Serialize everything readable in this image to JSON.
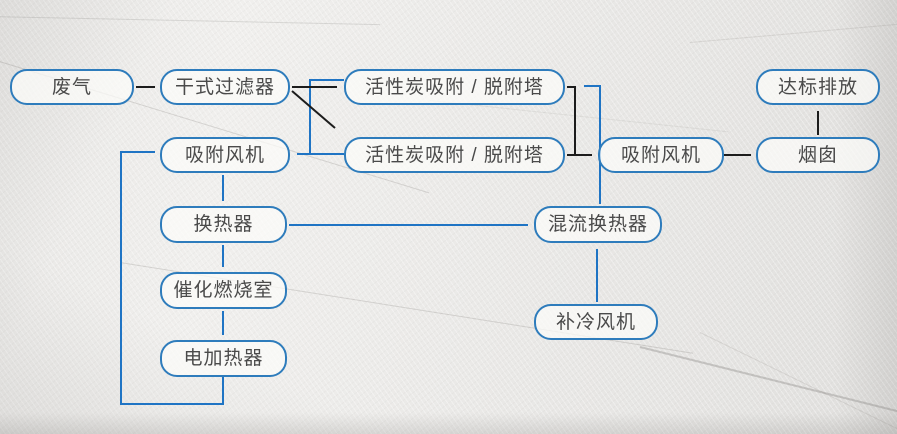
{
  "diagram": {
    "nodes": [
      {
        "id": "waste-gas",
        "label": "废气"
      },
      {
        "id": "dry-filter",
        "label": "干式过滤器"
      },
      {
        "id": "carbon-tower-1",
        "label": "活性炭吸附 / 脱附塔"
      },
      {
        "id": "carbon-tower-2",
        "label": "活性炭吸附 / 脱附塔"
      },
      {
        "id": "adsorption-fan-left",
        "label": "吸附风机"
      },
      {
        "id": "heat-exchanger",
        "label": "换热器"
      },
      {
        "id": "catalytic-combustion-chamber",
        "label": "催化燃烧室"
      },
      {
        "id": "electric-heater",
        "label": "电加热器"
      },
      {
        "id": "mixed-flow-heat-exchanger",
        "label": "混流换热器"
      },
      {
        "id": "cooling-fan",
        "label": "补冷风机"
      },
      {
        "id": "adsorption-fan-right",
        "label": "吸附风机"
      },
      {
        "id": "chimney",
        "label": "烟囱"
      },
      {
        "id": "compliant-discharge",
        "label": "达标排放"
      }
    ],
    "edges": [
      {
        "from": "waste-gas",
        "to": "dry-filter",
        "color": "black"
      },
      {
        "from": "dry-filter",
        "to": "carbon-tower-1",
        "color": "black"
      },
      {
        "from": "dry-filter",
        "to": "carbon-tower-2",
        "color": "black"
      },
      {
        "from": "carbon-tower-1",
        "to": "adsorption-fan-right",
        "color": "black"
      },
      {
        "from": "carbon-tower-2",
        "to": "adsorption-fan-right",
        "color": "black"
      },
      {
        "from": "adsorption-fan-right",
        "to": "chimney",
        "color": "black"
      },
      {
        "from": "chimney",
        "to": "compliant-discharge",
        "color": "black"
      },
      {
        "from": "carbon-tower-1",
        "to": "adsorption-fan-left",
        "color": "blue"
      },
      {
        "from": "carbon-tower-2",
        "to": "adsorption-fan-left",
        "color": "blue"
      },
      {
        "from": "adsorption-fan-left",
        "to": "heat-exchanger",
        "color": "blue"
      },
      {
        "from": "heat-exchanger",
        "to": "catalytic-combustion-chamber",
        "color": "blue"
      },
      {
        "from": "catalytic-combustion-chamber",
        "to": "electric-heater",
        "color": "blue"
      },
      {
        "from": "electric-heater",
        "to": "adsorption-fan-left",
        "color": "blue"
      },
      {
        "from": "heat-exchanger",
        "to": "mixed-flow-heat-exchanger",
        "color": "blue"
      },
      {
        "from": "cooling-fan",
        "to": "mixed-flow-heat-exchanger",
        "color": "blue"
      },
      {
        "from": "mixed-flow-heat-exchanger",
        "to": "carbon-towers-desorption",
        "color": "blue"
      }
    ],
    "colors": {
      "box_border": "#2e7cbc",
      "blue_line": "#1f74c4",
      "black_line": "#1c1c1c",
      "text": "#4a4a4a"
    }
  }
}
